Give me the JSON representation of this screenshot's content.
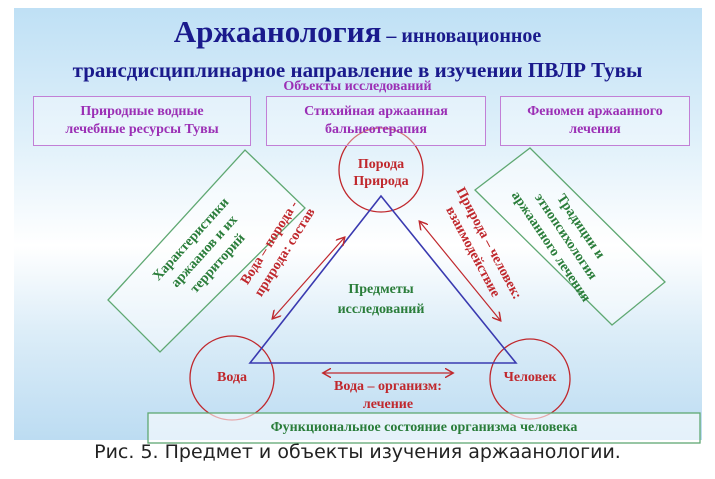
{
  "title": {
    "main": "Аржаанология",
    "rest": " – инновационное",
    "line2": "трансдисциплинарное направление в изучении ПВЛР Тувы"
  },
  "objects_heading": "Объекты исследований",
  "objects": [
    {
      "line1": "Природные водные",
      "line2": "лечебные ресурсы Тувы"
    },
    {
      "line1": "Стихийная аржаанная",
      "line2": "бальнеотерапия"
    },
    {
      "line1": "Феномен аржаанного",
      "line2": "лечения"
    }
  ],
  "nodes": {
    "top_line1": "Порода",
    "top_line2": "Природа",
    "left": "Вода",
    "right": "Человек"
  },
  "relations": {
    "left_line1": "Вода – порода -",
    "left_line2": "природа: состав",
    "right_line1": "Природа – человек:",
    "right_line2": "взаимодействие",
    "bottom_line1": "Вода – организм:",
    "bottom_line2": "лечение"
  },
  "center": {
    "line1": "Предметы",
    "line2": "исследований"
  },
  "side_boxes": {
    "left": [
      "Характеристики",
      "аржаанов и их",
      "территорий"
    ],
    "right": [
      "Традиции и",
      "этнопсихология",
      "аржаанного лечения"
    ]
  },
  "bottom_box": "Функциональное состояние организма человека",
  "caption": "Рис. 5. Предмет и объекты изучения аржаанологии.",
  "colors": {
    "title": "#1a1a8c",
    "objects": "#9b2fb5",
    "relations": "#c0282d",
    "subjects": "#2a7d3a",
    "triangle": "#3a3ab0"
  }
}
